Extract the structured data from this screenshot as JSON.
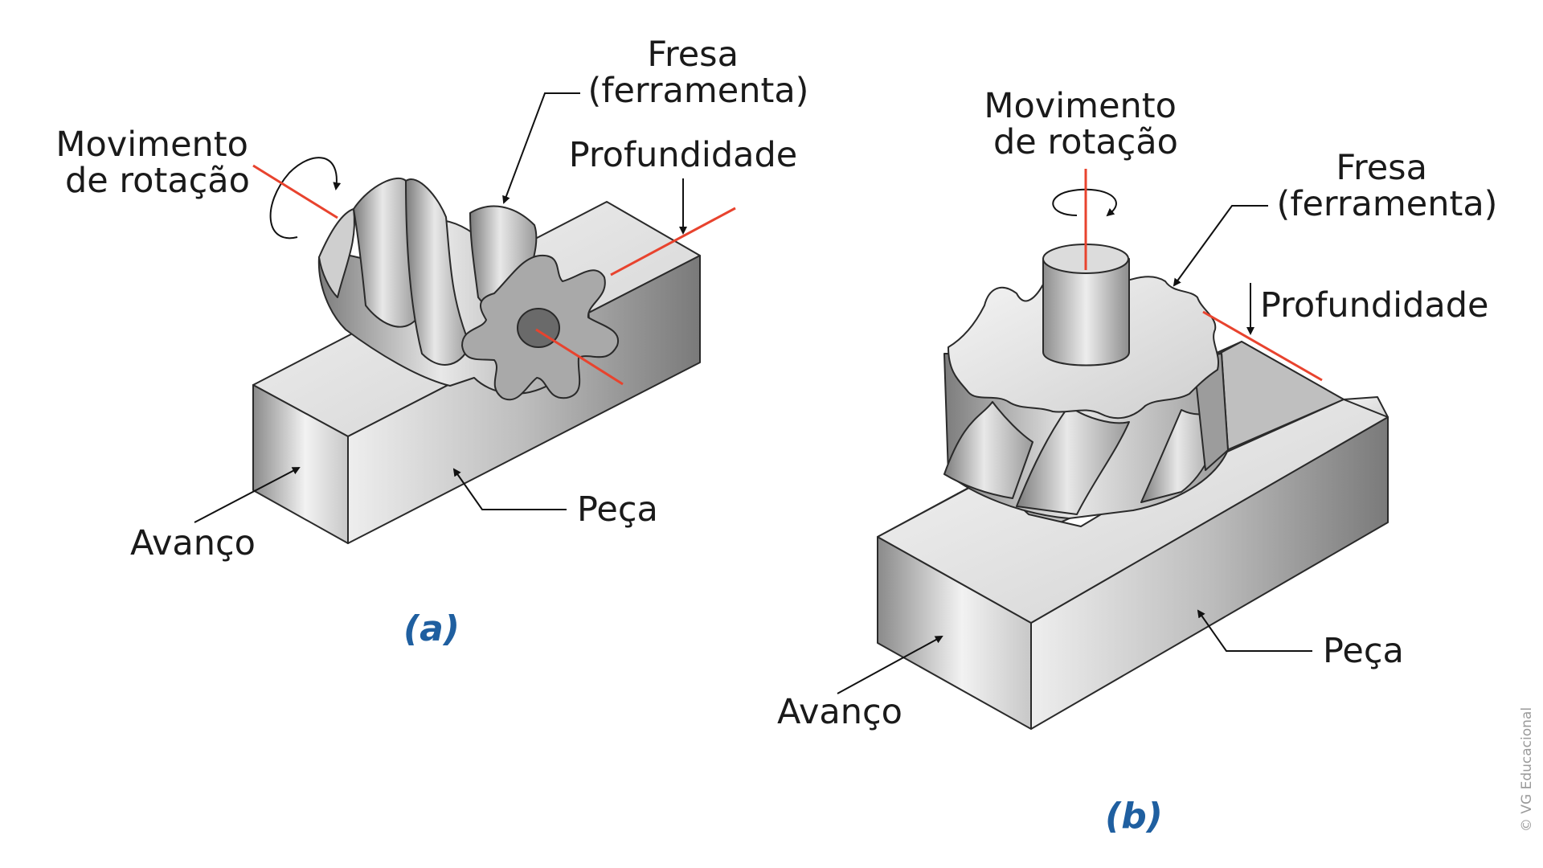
{
  "diagram_a": {
    "rotation_label": [
      "Movimento",
      "de rotação"
    ],
    "tool_label": [
      "Fresa",
      "(ferramenta)"
    ],
    "depth_label": "Profundidade",
    "feed_label": "Avanço",
    "workpiece_label": "Peça",
    "caption": "(a)"
  },
  "diagram_b": {
    "rotation_label": [
      "Movimento",
      "de rotação"
    ],
    "tool_label": [
      "Fresa",
      "(ferramenta)"
    ],
    "depth_label": "Profundidade",
    "feed_label": "Avanço",
    "workpiece_label": "Peça",
    "caption": "(b)"
  },
  "credit": "© VG Educacional",
  "colors": {
    "accent_line": "#e8432e",
    "caption": "#1f5fa0",
    "text": "#1a1a1a"
  }
}
